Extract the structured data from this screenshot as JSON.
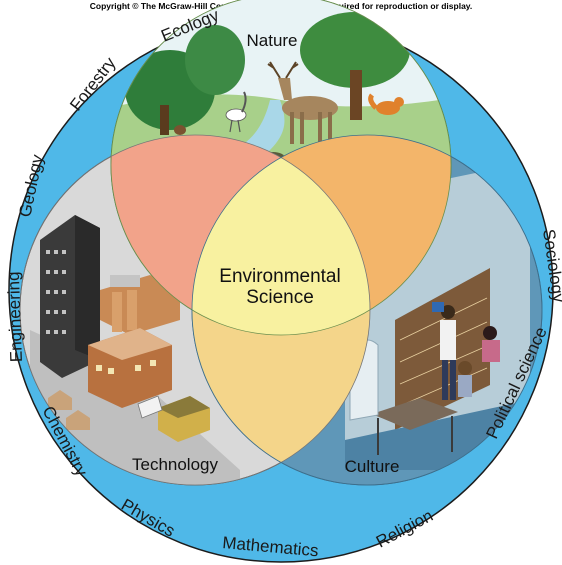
{
  "copyright": "Copyright © The McGraw-Hill Companies, Inc. Permission required for reproduction or display.",
  "center": {
    "line1": "Environmental",
    "line2": "Science"
  },
  "regions": {
    "nature": "Nature",
    "technology": "Technology",
    "culture": "Culture"
  },
  "disciplines": {
    "ecology": "Ecology",
    "forestry": "Forestry",
    "geology": "Geology",
    "engineering": "Engineering",
    "chemistry": "Chemistry",
    "physics": "Physics",
    "mathematics": "Mathematics",
    "religion": "Religion",
    "political_science": "Political science",
    "sociology": "Sociology"
  },
  "colors": {
    "outer_ring": "#4fb8e8",
    "nature_bg": "#a8d08a",
    "technology_bg": "#d9d9d9",
    "culture_bg": "#5f97b8",
    "nature_technology": "#f2a38a",
    "nature_culture": "#f3b56a",
    "technology_culture": "#f4d58a",
    "center": "#f8f1a0"
  }
}
